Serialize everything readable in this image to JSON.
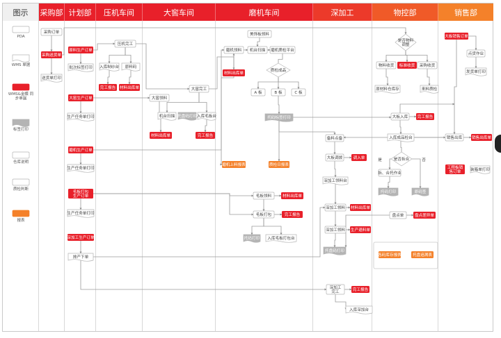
{
  "colors": {
    "red": "#e8202a",
    "orange": "#f4812a",
    "gray": "#b4b4b4",
    "white": "#ffffff",
    "border": "#b5b5b5"
  },
  "headers": [
    "图示",
    "采购部",
    "计划部",
    "压机车间",
    "大窖车间",
    "磨机车间",
    "深加工",
    "物控部",
    "销售部"
  ],
  "legend": [
    {
      "kind": "white",
      "label": "PDA"
    },
    {
      "kind": "doc",
      "label": "WMS 单据"
    },
    {
      "kind": "red",
      "label": "WMS&金蝶 同步单据"
    },
    {
      "kind": "graydoc",
      "label": "标签打印"
    },
    {
      "kind": "white",
      "label": "仓库说明"
    },
    {
      "kind": "white",
      "label": "质检判断"
    },
    {
      "kind": "orange",
      "label": "报表"
    }
  ],
  "nodes": {
    "cg_order": "采购订单",
    "cg_receipt": "采购送货单",
    "cg_print": "送货单打印",
    "jh_sc1": "原料生产订单",
    "jh_plan": "批次标签打印",
    "jh_sc2": "大窑生产订单",
    "jh_task1": "生产任务单打印",
    "jh_sc3": "磨机生产订单",
    "jh_task2": "生产任务单打印",
    "jh_sc4": "毛板打包\n生产订单",
    "jh_task3": "生产任务单打印",
    "jh_sc5": "深加工生产订单",
    "jh_work": "排产下单",
    "yj_done": "压机完工",
    "yj_in": "入库制纱台",
    "yj_lab": "原料码",
    "yj_rep": "完工报告",
    "yj_out": "材料出库单",
    "dy_take": "大窖领料",
    "dy_done": "大窖完工",
    "dy_print": "机台扫描",
    "dy_lab2": "托盘码打印",
    "dy_in": "入库毛板台",
    "dy_out": "材料出库单",
    "dy_rep": "完工报告",
    "mj_prod": "美饰板领料",
    "mj_take": "磨机领料",
    "mj_scan": "机台扫描",
    "mj_batch": "磨机质检平台",
    "mj_out": "材料出库单",
    "mj_q": "质检成品",
    "mj_a": "A 板",
    "mj_b": "B 板",
    "mj_c": "C 板",
    "mj_print": "托码标签打印",
    "mj_r1": "磨机上料报表",
    "mj_r2": "质检日报表",
    "mj_mb": "毛板领料",
    "mj_mbout": "材料出库单",
    "mj_mbpack": "毛板打包",
    "mj_mbrep": "完工报告",
    "mj_tl": "托码打印",
    "mj_inmb": "入库毛板打包台",
    "sj_prep": "备料点备",
    "sj_adj": "大板调拨",
    "sj_in": "调入单",
    "sj_pr": "深加工领料台",
    "sj_take": "深加工领料",
    "sj_out": "材料出库单",
    "sj_take2": "深加工领料",
    "sj_rec": "生产退料单",
    "sj_pr2": "托盘码打印",
    "sj_done": "深加工\n完工",
    "sj_rep": "完工报告",
    "sj_inb": "入库深加台",
    "wk_q": "是否物料\n调整",
    "wk_a": "物料收货",
    "wk_b": "标准收货",
    "wk_c": "采购收货",
    "wk_pur": "原材料仓库存",
    "wk_ret": "来料质检",
    "wk_big": "大板入库",
    "wk_rep": "完工报告",
    "wk_store": "入库成品检台",
    "wk_ok": "是否拆合",
    "wk_yes": "是",
    "wk_no": "否",
    "wk_ab": "拆、合托作业",
    "wk_lab1": "托码打印",
    "wk_lab2": "原码签",
    "wk_pd": "盘点单",
    "wk_pdr": "盘点差异单",
    "wk_r1": "各码库存报表",
    "wk_r2": "托盘追溯表",
    "xs_order": "大板销售订单",
    "xs_op": "点货作业",
    "xs_print": "发货单打印",
    "xs_out": "销售出库",
    "xs_outd": "销售出库单",
    "xs_proj": "工程板销\n售订单",
    "xs_pack": "装箱单打印"
  }
}
